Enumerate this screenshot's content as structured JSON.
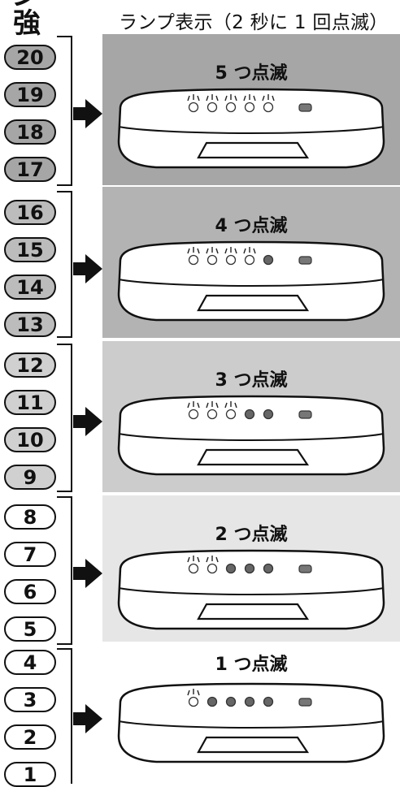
{
  "header": {
    "strength_label": "強さ",
    "strength_label_cut": "ン",
    "lamp_label": "ランプ表示（2 秒に 1 回点滅）"
  },
  "groups": [
    {
      "levels": [
        "20",
        "19",
        "18",
        "17"
      ],
      "caption": "5 つ点滅",
      "blinking_lamps": 5,
      "panel_color": "#a6a6a6",
      "pill_color": "#a6a6a6"
    },
    {
      "levels": [
        "16",
        "15",
        "14",
        "13"
      ],
      "caption": "4 つ点滅",
      "blinking_lamps": 4,
      "panel_color": "#b3b3b3",
      "pill_color": "#bcbcbc"
    },
    {
      "levels": [
        "12",
        "11",
        "10",
        "9"
      ],
      "caption": "3 つ点滅",
      "blinking_lamps": 3,
      "panel_color": "#cccccc",
      "pill_color": "#d0d0d0"
    },
    {
      "levels": [
        "8",
        "7",
        "6",
        "5"
      ],
      "caption": "2 つ点滅",
      "blinking_lamps": 2,
      "panel_color": "#e6e6e6",
      "pill_color": "#ffffff"
    },
    {
      "levels": [
        "4",
        "3",
        "2",
        "1"
      ],
      "caption": "1 つ点滅",
      "blinking_lamps": 1,
      "panel_color": "#ffffff",
      "pill_color": "#ffffff"
    }
  ],
  "lamp_count": 5,
  "colors": {
    "lamp_off": "#666666",
    "lamp_on": "#ffffff",
    "indicator": "#777777",
    "line": "#111111"
  }
}
